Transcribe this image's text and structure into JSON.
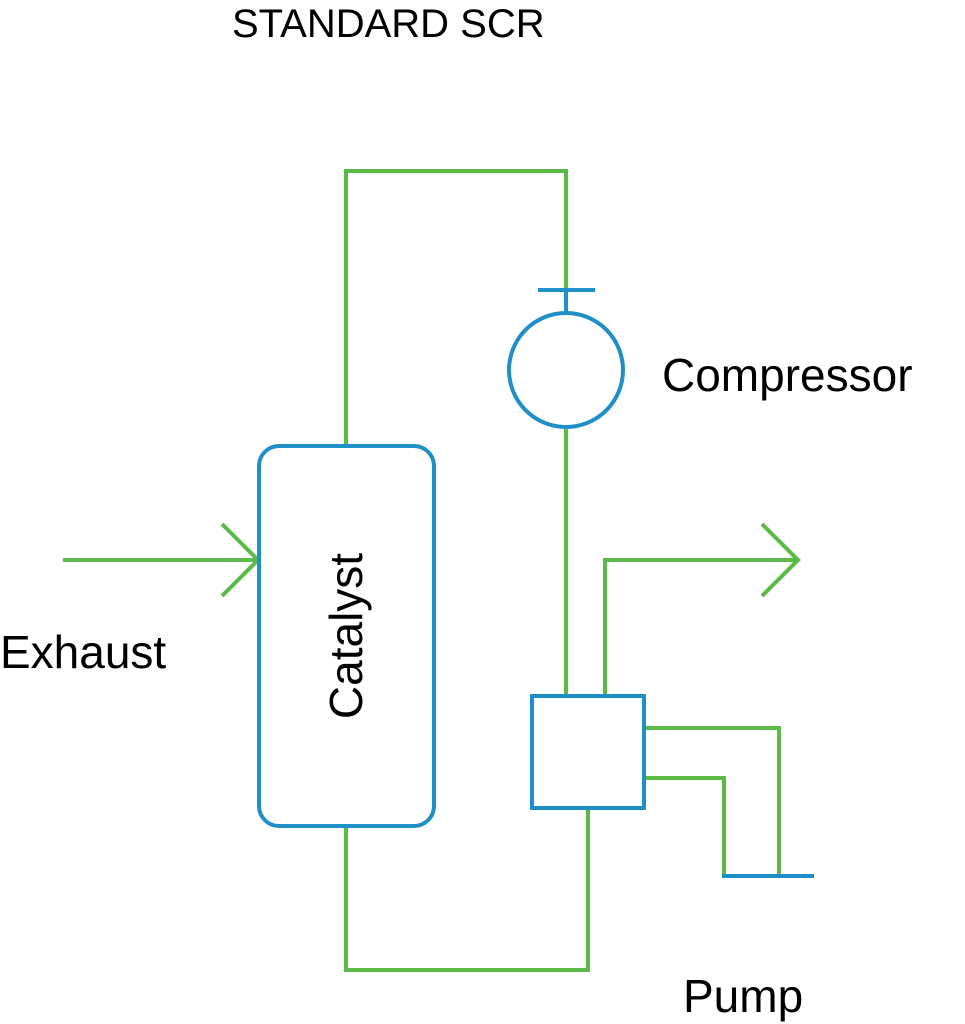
{
  "title": "STANDARD SCR",
  "labels": {
    "catalyst": "Catalyst",
    "compressor": "Compressor",
    "exhaust": "Exhaust",
    "pump": "Pump"
  },
  "colors": {
    "pipe": "#5bbb46",
    "component": "#1f8fc8",
    "text": "#000000"
  }
}
